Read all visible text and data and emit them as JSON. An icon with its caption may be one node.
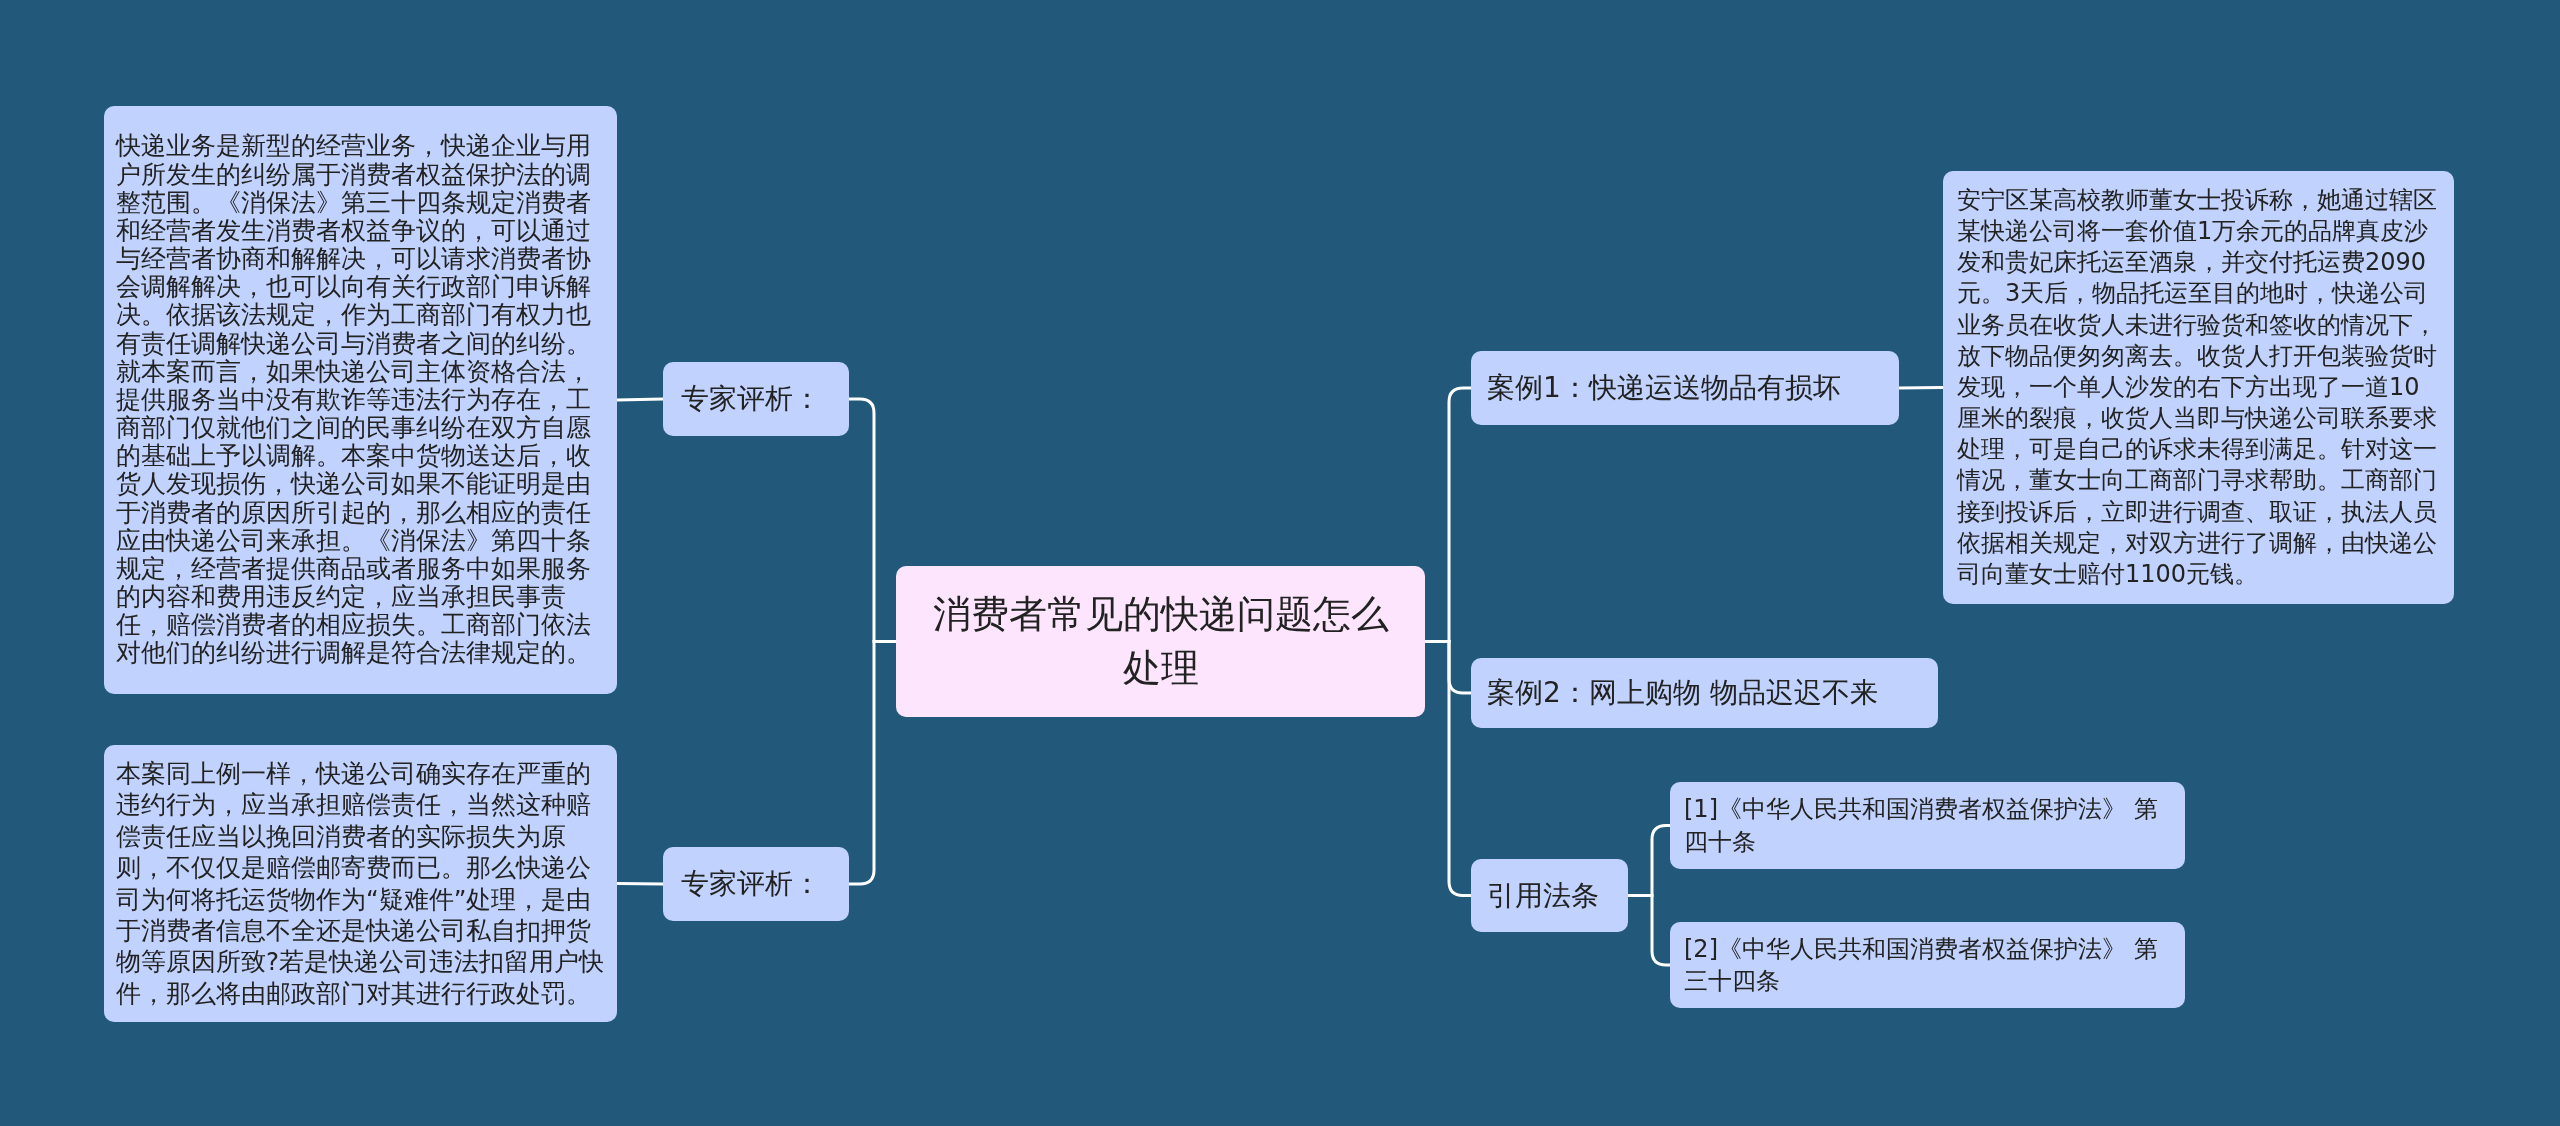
{
  "diagram": {
    "nodes": [
      {
        "text": [
          "消费者常见的快递问题怎么处理"
        ]
      },
      {
        "text": [
          "专家评析："
        ]
      },
      {
        "text": [
          "快递业务是新型的经营业务，快递企业与用户所发生的纠纷属于消费者权益保护法的调整范围。《消保法》第三十四条规定消费者和经营者发生消费者权益争议的，可以通过与经营者协商和解解决，可以请求消费者协会调解解决，也可以向有关行政部门申诉解决。依据该法规定，作为工商部门有权力也有责任调解快递公司与消费者之间的纠纷。就本案而言，如果快递公司主体资格合法，提供服务当中没有欺诈等违法行为存在，工商部门仅就他们之间的民事纠纷在双方自愿的基础上予以调解。本案中货物送达后，收货人发现损伤，快递公司如果不能证明是由于消费者的原因所引起的，那么相应的责任应由快递公司来承担。《消保法》第四十条规定，经营者提供商品或者服务中如果服务的内容和费用违反约定，应当承担民事责任，赔偿消费者的相应损失。工商部门依法对他们的纠纷进行调解是符合法律规定的。"
        ]
      },
      {
        "text": [
          "专家评析："
        ]
      },
      {
        "text": [
          "本案同上例一样，快递公司确实存在严重的违约行为，应当承担赔偿责任，当然这种赔偿责任应当以挽回消费者的实际损失为原则，不仅仅是赔偿邮寄费而已。那么快递公司为何将托运货物作为“疑难件”处理，是由于消费者信息不全还是快递公司私自扣押货物等原因所致?若是快递公司违法扣留用户快件，那么将由邮政部门对其进行行政处罚。"
        ]
      },
      {
        "text": [
          "案例1：快递运送物品有损坏"
        ]
      },
      {
        "text": [
          "安宁区某高校教师董女士投诉称，她通过辖区某快递公司将一套价值1万余元的品牌真皮沙发和贵妃床托运至酒泉，并交付托运费2090元。3天后，物品托运至目的地时，快递公司业务员在收货人未进行验货和签收的情况下，放下物品便匆匆离去。收货人打开包装验货时发现，一个单人沙发的右下方出现了一道10厘米的裂痕，收货人当即与快递公司联系要求处理，可是自己的诉求未得到满足。针对这一情况，董女士向工商部门寻求帮助。工商部门接到投诉后，立即进行调查、取证，执法人员依据相关规定，对双方进行了调解，由快递公司向董女士赔付1100元钱。"
        ]
      },
      {
        "text": [
          "案例2：网上购物 物品迟迟不来"
        ]
      },
      {
        "text": [
          "引用法条"
        ]
      },
      {
        "text": [
          "[1]《中华人民共和国消费者权益保护法》 第四十条"
        ]
      },
      {
        "text": [
          "[2]《中华人民共和国消费者权益保护法》 第三十四条"
        ]
      }
    ],
    "edges": [
      {
        "from": 0,
        "to": 1,
        "arrow": "none"
      },
      {
        "from": 1,
        "to": 2,
        "arrow": "none"
      },
      {
        "from": 0,
        "to": 3,
        "arrow": "none"
      },
      {
        "from": 3,
        "to": 4,
        "arrow": "none"
      },
      {
        "from": 0,
        "to": 5,
        "arrow": "none"
      },
      {
        "from": 5,
        "to": 6,
        "arrow": "none"
      },
      {
        "from": 0,
        "to": 7,
        "arrow": "none"
      },
      {
        "from": 0,
        "to": 8,
        "arrow": "none"
      },
      {
        "from": 8,
        "to": 9,
        "arrow": "none"
      },
      {
        "from": 8,
        "to": 10,
        "arrow": "none"
      }
    ]
  }
}
